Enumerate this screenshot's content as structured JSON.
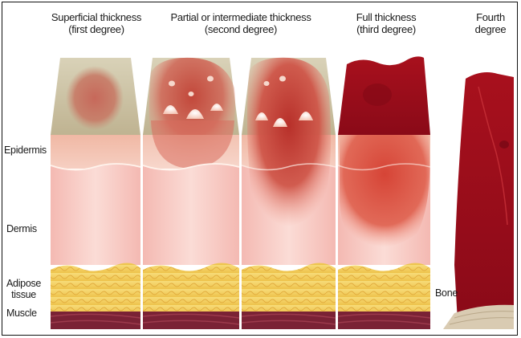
{
  "headers": {
    "first": {
      "line1": "Superficial thickness",
      "line2": "(first degree)"
    },
    "second": {
      "line1": "Partial or intermediate thickness",
      "line2": "(second degree)"
    },
    "third": {
      "line1": "Full thickness",
      "line2": "(third degree)"
    },
    "fourth": {
      "line1": "Fourth",
      "line2": "degree"
    }
  },
  "layer_labels": {
    "epidermis": "Epidermis",
    "dermis": "Dermis",
    "adipose_line1": "Adipose",
    "adipose_line2": "tissue",
    "muscle": "Muscle",
    "bone": "Bone"
  },
  "colors": {
    "surface": "#c9bfa3",
    "epidermis": "#f2c3b2",
    "dermis": "#f6c9c2",
    "adipose": "#f5d46a",
    "muscle": "#7a2235",
    "burn": "#c03a30",
    "charred": "#9e0e1c"
  }
}
